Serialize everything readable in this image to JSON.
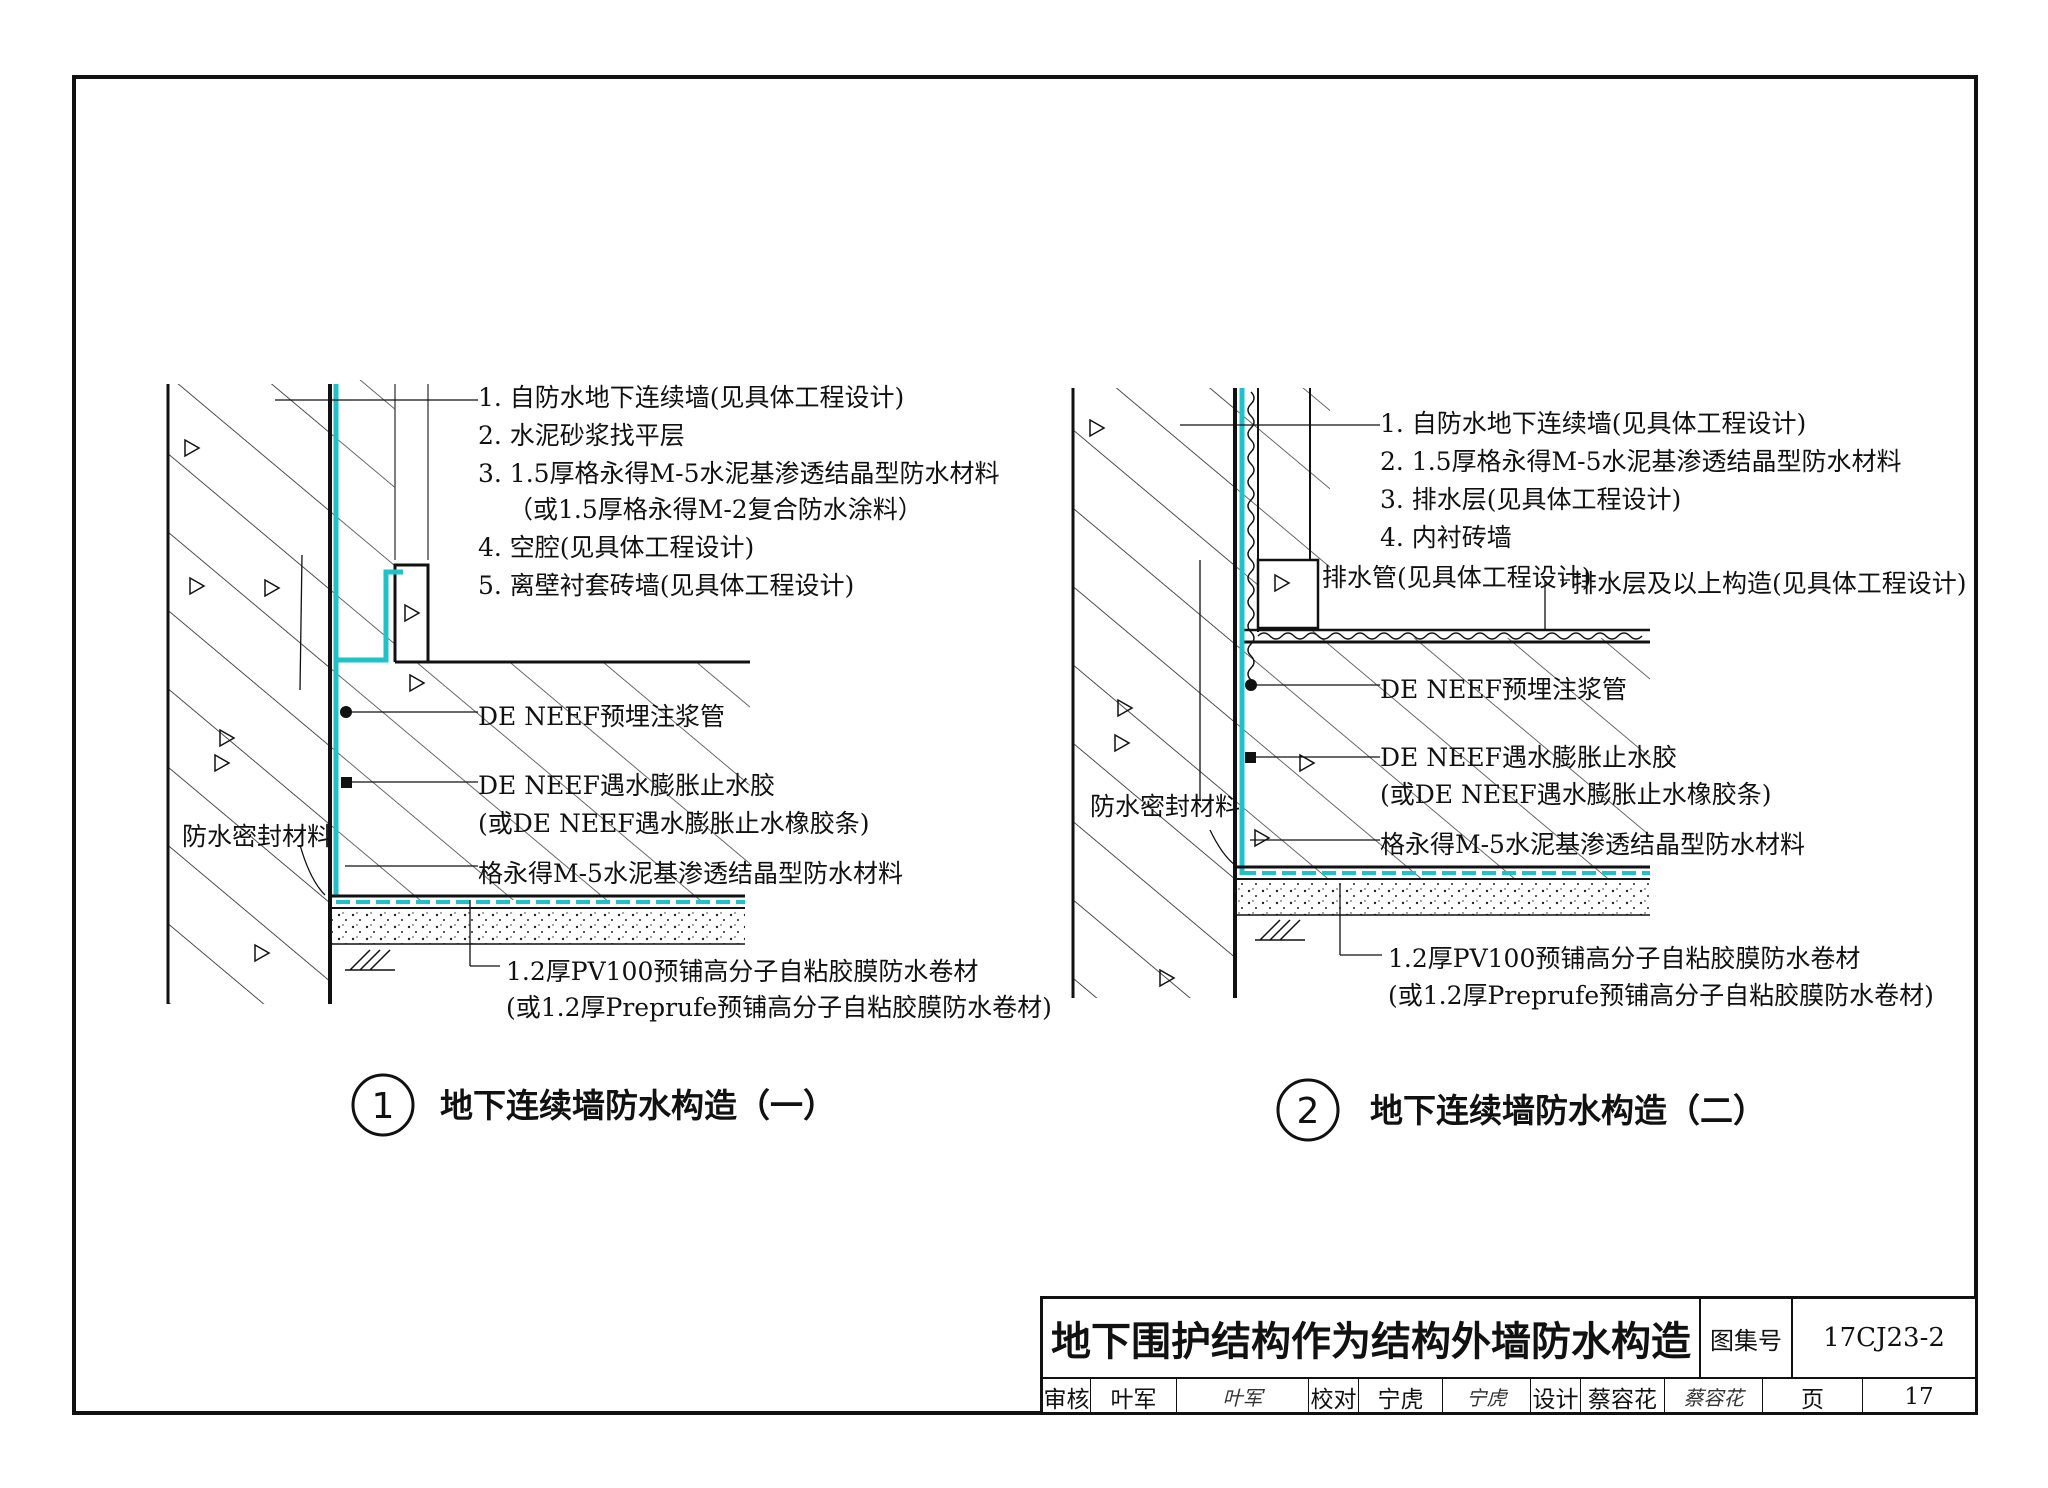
{
  "detail1": {
    "labels": [
      "1. 自防水地下连续墙(见具体工程设计)",
      "2. 水泥砂浆找平层",
      "3. 1.5厚格永得M-5水泥基渗透结晶型防水材料",
      "（或1.5厚格永得M-2复合防水涂料）",
      "4. 空腔(见具体工程设计)",
      "5. 离壁衬套砖墙(见具体工程设计)"
    ],
    "grout_pipe": "DE NEEF预埋注浆管",
    "swell_rubber": "DE NEEF遇水膨胀止水胶",
    "swell_rubber_alt": "(或DE NEEF遇水膨胀止水橡胶条)",
    "sealant": "防水密封材料",
    "crystal": "格永得M-5水泥基渗透结晶型防水材料",
    "membrane": "1.2厚PV100预铺高分子自粘胶膜防水卷材",
    "membrane_alt": "(或1.2厚Preprufe预铺高分子自粘胶膜防水卷材)",
    "num": "1",
    "caption": "地下连续墙防水构造（一）"
  },
  "detail2": {
    "labels": [
      "1. 自防水地下连续墙(见具体工程设计)",
      "2. 1.5厚格永得M-5水泥基渗透结晶型防水材料",
      "3. 排水层(见具体工程设计)",
      "4. 内衬砖墙"
    ],
    "drain_pipe": "排水管(见具体工程设计)",
    "drain_layer": "排水层及以上构造(见具体工程设计)",
    "grout_pipe": "DE NEEF预埋注浆管",
    "swell_rubber": "DE NEEF遇水膨胀止水胶",
    "swell_rubber_alt": "(或DE NEEF遇水膨胀止水橡胶条)",
    "sealant": "防水密封材料",
    "crystal": "格永得M-5水泥基渗透结晶型防水材料",
    "membrane": "1.2厚PV100预铺高分子自粘胶膜防水卷材",
    "membrane_alt": "(或1.2厚Preprufe预铺高分子自粘胶膜防水卷材)",
    "num": "2",
    "caption": "地下连续墙防水构造（二）"
  },
  "titleblock": {
    "title": "地下围护结构作为结构外墙防水构造",
    "atlas_label": "图集号",
    "atlas_value": "17CJ23-2",
    "review_label": "审核",
    "review_name": "叶军",
    "review_sig": "叶军",
    "check_label": "校对",
    "check_name": "宁虎",
    "check_sig": "宁虎",
    "design_label": "设计",
    "design_name": "蔡容花",
    "design_sig": "蔡容花",
    "page_label": "页",
    "page_value": "17"
  },
  "colors": {
    "waterproof": "#1fc2c9",
    "ink": "#111111"
  }
}
